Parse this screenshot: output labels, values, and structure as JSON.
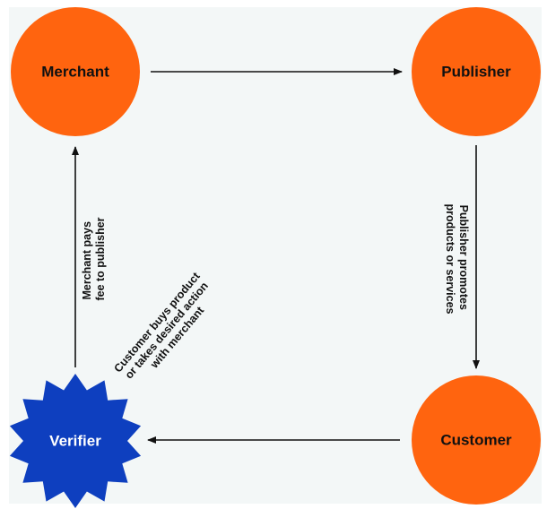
{
  "diagram": {
    "nodes": {
      "merchant": {
        "label": "Merchant",
        "shape": "circle",
        "color": "#ff640f",
        "text_color": "#111111"
      },
      "publisher": {
        "label": "Publisher",
        "shape": "circle",
        "color": "#ff640f",
        "text_color": "#111111"
      },
      "customer": {
        "label": "Customer",
        "shape": "circle",
        "color": "#ff640f",
        "text_color": "#111111"
      },
      "verifier": {
        "label": "Verifier",
        "shape": "starburst",
        "color": "#0e3fbf",
        "text_color": "#ffffff"
      }
    },
    "edges": {
      "merchant_to_publisher": {
        "from": "Merchant",
        "to": "Publisher",
        "label_lines": []
      },
      "publisher_to_customer": {
        "from": "Publisher",
        "to": "Customer",
        "label_lines": [
          "Publisher promotes",
          "products or services"
        ]
      },
      "customer_to_verifier": {
        "from": "Customer",
        "to": "Verifier",
        "label_lines": [
          "Customer buys product",
          "or takes desired action",
          "with merchant"
        ]
      },
      "verifier_to_merchant": {
        "from": "Verifier",
        "to": "Merchant",
        "label_lines": [
          "Merchant pays",
          "fee to publisher"
        ]
      }
    },
    "colors": {
      "background": "#f3f7f7",
      "arrow": "#111111"
    }
  }
}
